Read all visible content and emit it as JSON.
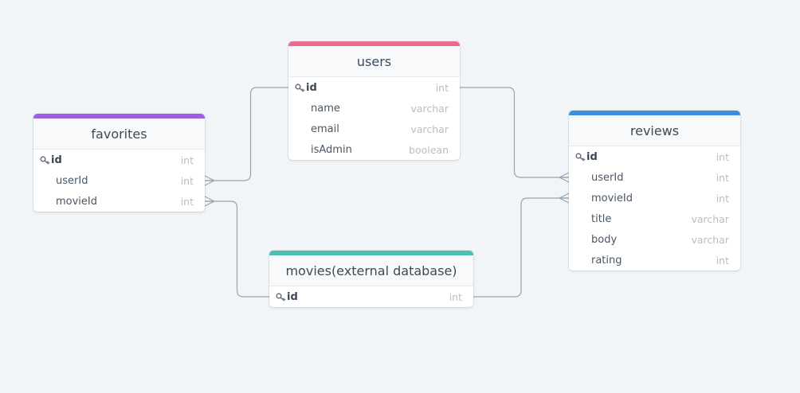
{
  "colors": {
    "users": "#ec6a8d",
    "favorites": "#9b5fdf",
    "reviews": "#3b8fdf",
    "movies": "#4bbfb0",
    "link": "#97a4b4"
  },
  "tables": {
    "users": {
      "title": "users",
      "fields": [
        {
          "name": "id",
          "type": "int",
          "pk": true
        },
        {
          "name": "name",
          "type": "varchar"
        },
        {
          "name": "email",
          "type": "varchar"
        },
        {
          "name": "isAdmin",
          "type": "boolean"
        }
      ]
    },
    "favorites": {
      "title": "favorites",
      "fields": [
        {
          "name": "id",
          "type": "int",
          "pk": true
        },
        {
          "name": "userId",
          "type": "int"
        },
        {
          "name": "movieId",
          "type": "int"
        }
      ]
    },
    "reviews": {
      "title": "reviews",
      "fields": [
        {
          "name": "id",
          "type": "int",
          "pk": true
        },
        {
          "name": "userId",
          "type": "int"
        },
        {
          "name": "movieId",
          "type": "int"
        },
        {
          "name": "title",
          "type": "varchar"
        },
        {
          "name": "body",
          "type": "varchar"
        },
        {
          "name": "rating",
          "type": "int"
        }
      ]
    },
    "movies": {
      "title": "movies(external database)",
      "fields": [
        {
          "name": "id",
          "type": "int",
          "pk": true
        }
      ]
    }
  },
  "relations": [
    {
      "from": "favorites.userId",
      "to": "users.id",
      "cardinality": "many-to-one"
    },
    {
      "from": "favorites.movieId",
      "to": "movies.id",
      "cardinality": "many-to-one"
    },
    {
      "from": "reviews.userId",
      "to": "users.id",
      "cardinality": "many-to-one"
    },
    {
      "from": "reviews.movieId",
      "to": "movies.id",
      "cardinality": "many-to-one"
    }
  ]
}
